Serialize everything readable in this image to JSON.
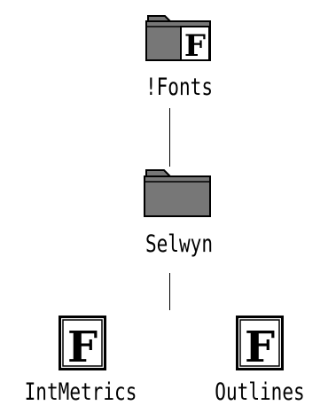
{
  "tree": {
    "root": {
      "name": "!Fonts",
      "icon": "font-folder-icon",
      "badge": "F"
    },
    "child": {
      "name": "Selwyn",
      "icon": "folder-icon"
    },
    "leaves": [
      {
        "name": "IntMetrics",
        "icon": "font-file-icon",
        "badge": "F"
      },
      {
        "name": "Outlines",
        "icon": "font-file-icon",
        "badge": "F"
      }
    ]
  },
  "colors": {
    "folder_fill": "#777777",
    "folder_outline": "#000000",
    "background": "#ffffff"
  }
}
